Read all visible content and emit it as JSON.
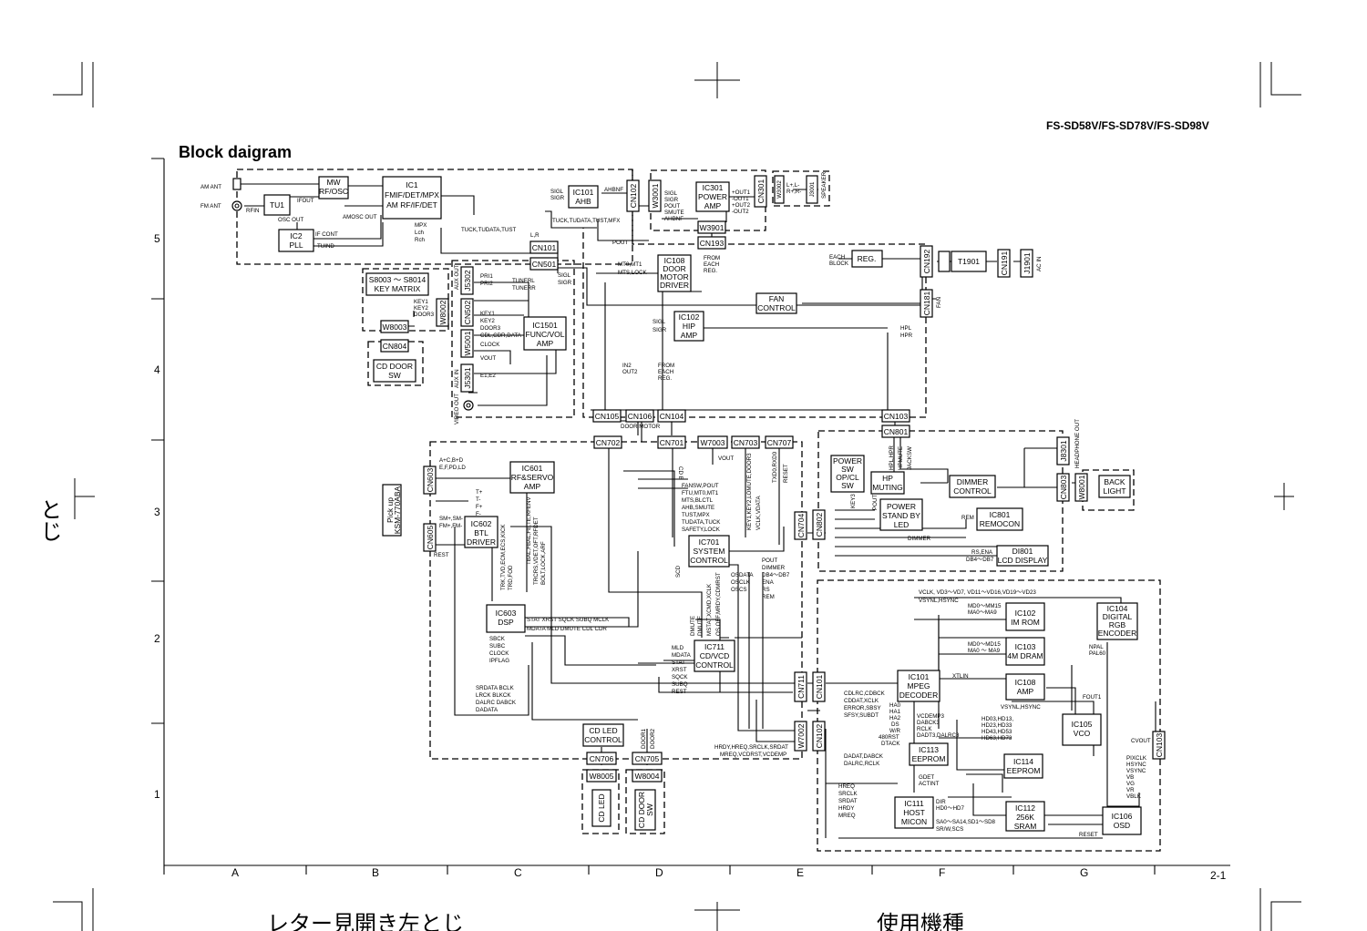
{
  "title": "Block daigram",
  "model": "FS-SD58V/FS-SD78V/FS-SD98V",
  "page_number": "2-1",
  "jp_side": "とじ",
  "jp_bottom_left": "レター見開き左とじ",
  "jp_bottom_right": "使用機種",
  "columns": [
    "A",
    "B",
    "C",
    "D",
    "E",
    "F",
    "G"
  ],
  "rows": [
    "5",
    "4",
    "3",
    "2",
    "1"
  ],
  "blocks": {
    "tu1": [
      "TU1"
    ],
    "mw": [
      "MW",
      "RF/OSC"
    ],
    "ic1": [
      "IC1",
      "FMIF/DET/MPX",
      "AM RF/IF/DET"
    ],
    "ic2": [
      "IC2",
      "PLL"
    ],
    "ic101a": [
      "IC101",
      "AHB"
    ],
    "ic301": [
      "IC301",
      "POWER",
      "AMP"
    ],
    "ic108d": [
      "IC108",
      "DOOR",
      "MOTOR",
      "DRIVER"
    ],
    "reg": [
      "REG."
    ],
    "t1901": [
      "T1901"
    ],
    "keymtx": [
      "S8003 ～ S8014",
      "KEY MATRIX"
    ],
    "cddoor": [
      "CD DOOR",
      "SW"
    ],
    "ic1501": [
      "IC1501",
      "FUNC/VOL",
      "AMP"
    ],
    "ic102h": [
      "IC102",
      "HIP",
      "AMP"
    ],
    "fan": [
      "FAN",
      "CONTROL"
    ],
    "pickup": [
      "Pick up",
      "KSM-770ABA"
    ],
    "ic601": [
      "IC601",
      "RF&SERVO",
      "AMP"
    ],
    "ic602": [
      "IC602",
      "BTL",
      "DRIVER"
    ],
    "ic603": [
      "IC603",
      "DSP"
    ],
    "ic701": [
      "IC701",
      "SYSTEM",
      "CONTROL"
    ],
    "ic711": [
      "IC711",
      "CD/VCD",
      "CONTROL"
    ],
    "cdled": [
      "CD LED",
      "CONTROL"
    ],
    "cdledv": [
      "CD LED"
    ],
    "cddoorv": [
      "CD DOOR",
      "SW"
    ],
    "powersw": [
      "POWER",
      "SW",
      "OP/CL",
      "SW"
    ],
    "hpmute": [
      "HP",
      "MUTING"
    ],
    "pstby": [
      "POWER",
      "STAND BY",
      "LED"
    ],
    "dimmer": [
      "DIMMER",
      "CONTROL"
    ],
    "ic801": [
      "IC801",
      "REMOCON"
    ],
    "di801": [
      "DI801",
      "LCD DISPLAY"
    ],
    "backlight": [
      "BACK",
      "LIGHT"
    ],
    "ic101m": [
      "IC101",
      "MPEG",
      "DECODER"
    ],
    "ic102r": [
      "IC102",
      "IM ROM"
    ],
    "ic103": [
      "IC103",
      "4M DRAM"
    ],
    "ic104": [
      "IC104",
      "DIGITAL",
      "RGB",
      "ENCODER"
    ],
    "ic108a": [
      "IC108",
      "AMP"
    ],
    "ic105": [
      "IC105",
      "VCO"
    ],
    "ic113": [
      "IC113",
      "EEPROM"
    ],
    "ic114": [
      "IC114",
      "EEPROM"
    ],
    "ic111": [
      "IC111",
      "HOST",
      "MICON"
    ],
    "ic112": [
      "IC112",
      "256K",
      "SRAM"
    ],
    "ic106": [
      "IC106",
      "OSD"
    ]
  },
  "connectors": {
    "cn102": "CN102",
    "w3001": "W3001",
    "cn301": "CN301",
    "w3002": "W3002",
    "j3001": "J3001",
    "cn101": "CN101",
    "cn501": "CN501",
    "w3901": "W3901",
    "cn193": "CN193",
    "cn192": "CN192",
    "cn191": "CN191",
    "j1901": "J1901",
    "cn181": "CN181",
    "j5302": "J5302",
    "cn502": "CN502",
    "w5001": "W5001",
    "j5301": "J5301",
    "w8002": "W8002",
    "w8003": "W8003",
    "cn804": "CN804",
    "cn105": "CN105",
    "cn106": "CN106",
    "cn104": "CN104",
    "cn103t": "CN103",
    "cn702": "CN702",
    "cn701": "CN701",
    "w7003": "W7003",
    "cn703": "CN703",
    "cn707": "CN707",
    "cn603": "CN603",
    "cn605": "CN605",
    "cn704": "CN704",
    "cn711": "CN711",
    "w7002": "W7002",
    "cn706": "CN706",
    "cn705": "CN705",
    "w8005": "W8005",
    "w8004": "W8004",
    "cn801": "CN801",
    "cn802": "CN802",
    "j8301": "J8301",
    "cn803": "CN803",
    "w8001": "W8001",
    "cn101v": "CN101",
    "cn102v": "CN102",
    "cn103v": "CN103"
  },
  "labels": {
    "am_ant": "AM ANT",
    "fm_ant": "FM ANT",
    "rfin": "RFIN",
    "ifout": "IFOUT",
    "osc_out": "OSC OUT",
    "amosc_out": "AMOSC OUT",
    "if_cont": "IF CONT",
    "tuind": "TUIND",
    "mpx": "MPX",
    "lch": "Lch",
    "rch": "Rch",
    "tuck1": "TUCK,TUDATA,TUST",
    "lr": "L,R",
    "sigl1": "SIGL",
    "sigr1": "SIGR",
    "ahbnf": "AHBNF",
    "tuck2": "TUCK,TUDATA,TUST,MFX",
    "pout1": "POUT",
    "pin301_1": "SIGL",
    "pin301_2": "SIGR",
    "pin301_3": "POUT",
    "pin301_4": "SMUTE",
    "pin301_5": "AHBNF",
    "out1": "+OUT1",
    "out1n": "-OUT1",
    "out2": "+OUT2",
    "out2n": "-OUT2",
    "spk_lr": "L+,L-",
    "spk_rr": "R+,R-",
    "speaker": "SPEAKER",
    "mts1": "MT0,MT1",
    "mts2": "MTS,LOCK",
    "from_each1": "FROM",
    "from_each2": "EACH",
    "from_each3": "REG.",
    "each1": "EACH",
    "each2": "BLOCK",
    "ac_in": "AC IN",
    "fan_lbl": "FAN",
    "aux_out": "AUX OUT",
    "aux_in": "AUX IN",
    "video_out": "VIDEO OUT",
    "pri1": "PRI1",
    "pri2": "PRI2",
    "tunerl": "TUNERL",
    "tunerr": "TUNERR",
    "sigl2": "SIGL",
    "sigr2": "SIGR",
    "key1a": "KEY1",
    "key2a": "KEY2",
    "door3a": "DOOR3",
    "key1b": "KEY1",
    "key2b": "KEY2",
    "door3b": "DOOR3",
    "cdl": "CDL,CDR,DATA",
    "clock1": "CLOCK",
    "vout1": "VOUT",
    "e1e2": "E1,E2",
    "sigl3": "SIGL",
    "sigr3": "SIGR",
    "hpl": "HPL",
    "hpr": "HPR",
    "in2": "IN2",
    "out2b": "OUT2",
    "from2a": "FROM",
    "from2b": "EACH",
    "from2c": "REG.",
    "door_motor": "DOOR MOTOR",
    "abd1": "A+C,B+D",
    "abd2": "E,F,PD,LD",
    "tplus": "T+",
    "tminus": "T-",
    "fplus": "F+",
    "fminus": "F-",
    "smp": "SM+,SM-",
    "fmp": "FM+,FM-",
    "rest1": "REST",
    "trk": "TRK,TVD,ECM,ECS,KICK",
    "trdf": "TRD,FOD",
    "tbal": "TBAL,FBAL,FE,TE,RFENV",
    "trcrs": "TRCRS,VDET,OFT,RFDET",
    "bolt": "BOLT,LOCK,ARF",
    "ic603a": "STAT XRST SQCK SUBQ MCLK",
    "ic603b": "MDATA MLD DMUTE CDL CDR",
    "sbck": "SBCK",
    "subc": "SUBC",
    "clock2": "CLOCK",
    "ipflag": "IPFLAG",
    "srdata": "SRDATA BCLK",
    "lrck": "LRCK BLKCK",
    "dalrc": "DALRC DABCK",
    "dadata": "DADATA",
    "cd_b": "CD B",
    "vout2": "VOUT",
    "key_col": "KEY1,KEY2,LOMUTE,DOOR3",
    "vclk": "VCLK,VDATA",
    "txd": "TXD0,RXD0",
    "reset1": "RESET",
    "fansw": "FANSW,POUT",
    "ftu": "FTU,MT0,MT1",
    "mts3": "MTS,BLCTL",
    "ahb": "AHB,SMUTE",
    "tust": "TUST,MPX",
    "tudata": "TUDATA,TUCK",
    "safety": "SAFETY,LOCK",
    "pout2": "POUT",
    "dimmer1": "DIMMER",
    "db4": "DB4～DB7",
    "ena": "ENA",
    "rs": "RS",
    "rem": "REM",
    "osdata": "OSDATA",
    "osclk": "OSCLK",
    "oscs": "OSCS",
    "scd": "SCD",
    "dmute": "DMUTE",
    "dmute2": "DMUTE",
    "mstat": "MSTAT,XCMD,XCLK",
    "osoff": "OS OFF,MRDY,CDMRST",
    "mld": "MLD",
    "mdata": "MDATA",
    "stat": "STAT",
    "xrst": "XRST",
    "sqck": "SQCK",
    "subq": "SUBQ",
    "rest2": "REST",
    "door1": "DOOR1",
    "door2": "DOOR2",
    "hrdy": "HRDY,HREQ,SRCLK,SRDAT",
    "mreq": "MREQ,VCDRST,VCDEMP",
    "hpl2": "HPL,HPR",
    "hpmute": "HPMUTE",
    "jacksw": "JACKSW",
    "key3": "KEY3",
    "pout3": "POUT",
    "rem2": "REM",
    "dimmer2": "DIMMER",
    "rsena": "RS,ENA",
    "db4b": "DB4～DB7",
    "headphone": "HEADPHONE OUT",
    "vclk2": "VCLK, VD3～VD7, VD11～VD16,VD19～VD23",
    "vsynl": "VSYNL,HSYNC",
    "md0": "MD0～MM15",
    "ma0": "MA0～MA9",
    "md0b": "MD0～MD15",
    "ma0b": "MA0 ～ MA9",
    "npal": "NPAL",
    "pal60": "PAL60",
    "xtlin": "XTLIN",
    "fout1": "FOUT1",
    "vsynl2": "VSYNL,HSYNC",
    "cdlrc": "CDLRC,CDBCK",
    "cddat": "CDDAT,XCLK",
    "error": "ERROR,SBSY",
    "sfsy": "SFSY,SUBDT",
    "ha0": "HA0",
    "ha1": "HA1",
    "ha2": "HA2",
    "ds": "DS",
    "wr": "W/R",
    "rst480": "480RST",
    "dtack": "DTACK",
    "vcdemp": "VCDEMP3",
    "dabck": "DABCK3",
    "rclk": "RCLK",
    "dadt": "DADT3,DALRC3",
    "hd03": "HD03,HD13,",
    "hd23": "HD23,HD33",
    "hd43": "HD43,HD53",
    "hd63": "HD63,HD73",
    "cvout": "CVOUT",
    "dadat": "DADAT,DABCK",
    "dalrc2": "DALRC,RCLK",
    "gdet": "GDET",
    "actint": "ACTINT",
    "hreq": "HREQ",
    "srclk": "SRCLK",
    "srdat": "SRDAT",
    "hrdy2": "HRDY",
    "mreq2": "MREQ",
    "dir": "DIR",
    "hd0": "HD0～HD7",
    "sa0": "SA0～SA14,SD1～SD8",
    "srw": "SR/W,SCS",
    "pixclk": "PIXCLK",
    "hsync": "HSYNC",
    "vsync": "VSYNC",
    "vb": "VB",
    "vg": "VG",
    "vr": "VR",
    "vblk": "VBLK",
    "reset2": "RESET"
  }
}
